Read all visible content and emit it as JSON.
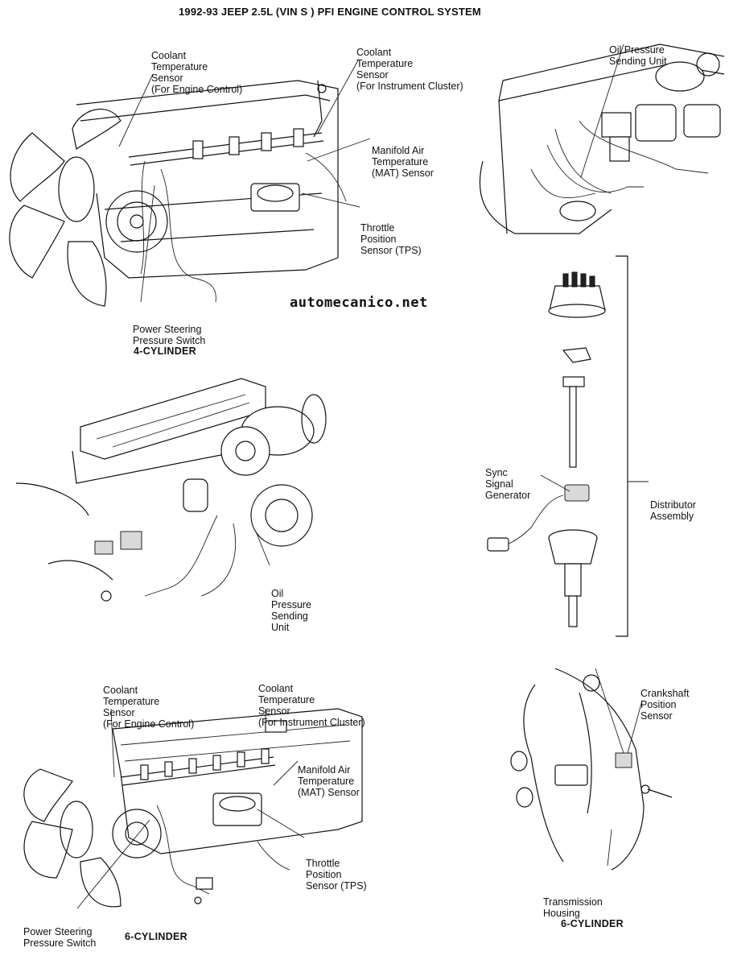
{
  "title": "1992-93 JEEP 2.5L (VIN S ) PFI ENGINE CONTROL SYSTEM",
  "watermark": "automecanico.net",
  "top_left": {
    "coolant_engine": [
      "Coolant",
      "Temperature",
      "Sensor",
      "(For Engine Control)"
    ],
    "coolant_cluster": [
      "Coolant",
      "Temperature",
      "Sensor",
      "(For Instrument Cluster)"
    ],
    "mat": [
      "Manifold Air",
      "Temperature",
      "(MAT) Sensor"
    ],
    "tps": [
      "Throttle",
      "Position",
      "Sensor (TPS)"
    ],
    "ps_switch": [
      "Power Steering",
      "Pressure Switch"
    ],
    "caption": "4-CYLINDER"
  },
  "top_right": {
    "oil_pressure": [
      "Oil Pressure",
      "Sending Unit"
    ]
  },
  "middle_left": {
    "oil_pressure": [
      "Oil",
      "Pressure",
      "Sending",
      "Unit"
    ]
  },
  "distributor": {
    "sync": [
      "Sync",
      "Signal",
      "Generator"
    ],
    "assembly": [
      "Distributor",
      "Assembly"
    ]
  },
  "bottom_left": {
    "coolant_engine": [
      "Coolant",
      "Temperature",
      "Sensor",
      "(For Engine Control)"
    ],
    "coolant_cluster": [
      "Coolant",
      "Temperature",
      "Sensor",
      "(For Instrument Cluster)"
    ],
    "mat": [
      "Manifold Air",
      "Temperature",
      "(MAT) Sensor"
    ],
    "tps": [
      "Throttle",
      "Position",
      "Sensor (TPS)"
    ],
    "ps_switch": [
      "Power Steering",
      "Pressure Switch"
    ],
    "caption": "6-CYLINDER"
  },
  "bottom_right": {
    "crankshaft": [
      "Crankshaft",
      "Position",
      "Sensor"
    ],
    "transmission": [
      "Transmission",
      "Housing"
    ],
    "caption": "6-CYLINDER"
  }
}
